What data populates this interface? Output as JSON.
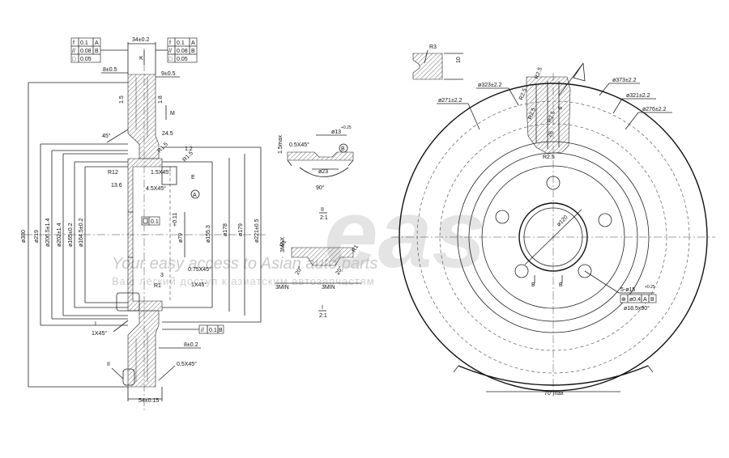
{
  "watermark": {
    "logo": "eas",
    "line1": "Your easy access to Asian auto parts",
    "line2": "Ваш лёгкий доступ к азиатским автозапчастям"
  },
  "tolerance_frames": {
    "left": [
      [
        "f",
        "0.1",
        "A"
      ],
      [
        "//",
        "0.08",
        "B"
      ],
      [
        "□",
        "0.05",
        ""
      ]
    ],
    "right": [
      [
        "f",
        "0.1",
        "A"
      ],
      [
        "//",
        "0.08",
        "B"
      ],
      [
        "□",
        "0.05",
        ""
      ]
    ],
    "bottom": [
      "//",
      "0.1",
      "B"
    ],
    "bolt": [
      "⊕",
      "ø0.4",
      "A",
      "B"
    ]
  },
  "section_view": {
    "top_width": "34±0.2",
    "label_k": "K",
    "label_m": "M",
    "dim_8": "8±0.5",
    "dim_9": "9±0.5",
    "angle_45": "45°",
    "dim_24_5": "24.5",
    "dim_1_2": "1.2",
    "r1_5a": "R1.5",
    "r1_5b": "R1.5",
    "r12": "R12",
    "chamfer_1_5": "1.5X45°",
    "label_e": "E",
    "dim_13_6": "13.6",
    "chamfer_4_5": "4.5X45°",
    "datum_a": "A",
    "flat_frame": "0.1",
    "chamfer_0_75": "0.75X45°",
    "dim_3": "3",
    "r1": "R1",
    "chamfer_1x45a": "1X45°",
    "label_i": "I",
    "chamfer_1x45b": "1X45°",
    "datum_b": "B",
    "dim_8_2": "8±0.2",
    "label_ii": "II",
    "chamfer_0_5": "0.5X45°",
    "bottom_width": "54±0.15",
    "dia_380": "ø380",
    "dia_219": "ø219",
    "dia_206": "ø206.5±1.4",
    "dia_202": "ø202±1.4",
    "dia_165": "ø165±0.2",
    "dia_164": "ø164.5±0.2",
    "dia_79": "ø79",
    "dia_79_tol": "+0.11",
    "dia_155": "ø155.3",
    "dia_178": "ø178",
    "dia_179": "ø179",
    "dia_221": "ø221±0.5",
    "tilt_1": "1.5",
    "tilt_2": "1.8"
  },
  "detail_ii": {
    "dim_1_5max": "1.5max",
    "chamfer": "0.5X45°",
    "dia_13": "ø13",
    "dia_13_tol": "+0.25",
    "dia_23": "ø23",
    "angle_90": "90°",
    "label": "II",
    "scale": "2:1"
  },
  "detail_i": {
    "r1a": "R1",
    "r1b": "R1",
    "dim_3max": "3MAX",
    "angle_20a": "20°",
    "angle_20b": "20°",
    "dim_3min_a": "3MIN",
    "dim_3min_b": "3MIN",
    "label": "I",
    "scale": "2:1"
  },
  "front_view": {
    "r3": "R3",
    "dim_10": "10",
    "dia_323": "ø323±2.2",
    "dia_271": "ø271±2.2",
    "dia_373": "ø373±2.2",
    "dia_321": "ø321±2.2",
    "dia_276": "ø276±2.2",
    "r2_5a": "R2.5",
    "r2_5b": "R2.5",
    "r2_5c": "R2.5",
    "r2_5d": "R2.5",
    "r2_5e": "R2.5",
    "dim_6": "6",
    "dim_26": "26",
    "dia_120": "ø120",
    "holes": "5-ø15",
    "holes_tol": "+0.25",
    "countersink": "ø18.5x90°",
    "section_mark": "B",
    "angle_70": "70°max"
  }
}
